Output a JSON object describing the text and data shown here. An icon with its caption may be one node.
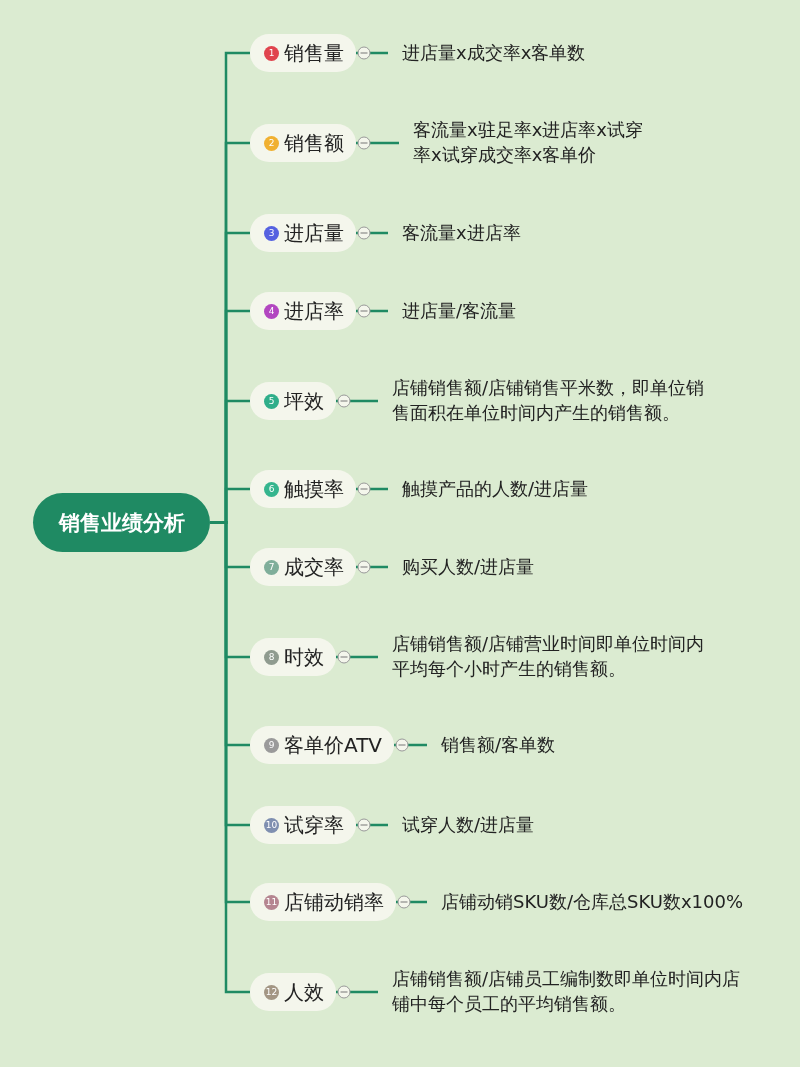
{
  "diagram": {
    "nodes": [
      {
        "text": [
          "销售业绩分析"
        ]
      },
      {
        "text": [
          "1",
          "销售量"
        ]
      },
      {
        "text": [
          "进店量x成交率x客单数"
        ]
      },
      {
        "text": [
          "2",
          "销售额"
        ]
      },
      {
        "text": [
          "客流量x驻足率x进店率x试穿率x试穿成交率x客单价"
        ]
      },
      {
        "text": [
          "3",
          "进店量"
        ]
      },
      {
        "text": [
          "客流量x进店率"
        ]
      },
      {
        "text": [
          "4",
          "进店率"
        ]
      },
      {
        "text": [
          "进店量/客流量"
        ]
      },
      {
        "text": [
          "5",
          "坪效"
        ]
      },
      {
        "text": [
          "店铺销售额/店铺销售平米数，即单位销售面积在单位时间内产生的销售额。"
        ]
      },
      {
        "text": [
          "6",
          "触摸率"
        ]
      },
      {
        "text": [
          "触摸产品的人数/进店量"
        ]
      },
      {
        "text": [
          "7",
          "成交率"
        ]
      },
      {
        "text": [
          "购买人数/进店量"
        ]
      },
      {
        "text": [
          "8",
          "时效"
        ]
      },
      {
        "text": [
          "店铺销售额/店铺营业时间即单位时间内平均每个小时产生的销售额。"
        ]
      },
      {
        "text": [
          "9",
          "客单价ATV"
        ]
      },
      {
        "text": [
          "销售额/客单数"
        ]
      },
      {
        "text": [
          "10",
          "试穿率"
        ]
      },
      {
        "text": [
          "试穿人数/进店量"
        ]
      },
      {
        "text": [
          "11",
          "店铺动销率"
        ]
      },
      {
        "text": [
          "店铺动销SKU数/仓库总SKU数x100%"
        ]
      },
      {
        "text": [
          "12",
          "人效"
        ]
      },
      {
        "text": [
          "店铺销售额/店铺员工编制数即单位时间内店铺中每个员工的平均销售额。"
        ]
      }
    ],
    "edges": [
      {
        "from": 0,
        "to": 1,
        "arrow": "none"
      },
      {
        "from": 1,
        "to": 2,
        "arrow": "none"
      },
      {
        "from": 0,
        "to": 3,
        "arrow": "none"
      },
      {
        "from": 3,
        "to": 4,
        "arrow": "none"
      },
      {
        "from": 0,
        "to": 5,
        "arrow": "none"
      },
      {
        "from": 5,
        "to": 6,
        "arrow": "none"
      },
      {
        "from": 0,
        "to": 7,
        "arrow": "none"
      },
      {
        "from": 7,
        "to": 8,
        "arrow": "none"
      },
      {
        "from": 0,
        "to": 9,
        "arrow": "none"
      },
      {
        "from": 9,
        "to": 10,
        "arrow": "none"
      },
      {
        "from": 0,
        "to": 11,
        "arrow": "none"
      },
      {
        "from": 11,
        "to": 12,
        "arrow": "none"
      },
      {
        "from": 0,
        "to": 13,
        "arrow": "none"
      },
      {
        "from": 13,
        "to": 14,
        "arrow": "none"
      },
      {
        "from": 0,
        "to": 15,
        "arrow": "none"
      },
      {
        "from": 15,
        "to": 16,
        "arrow": "none"
      },
      {
        "from": 0,
        "to": 17,
        "arrow": "none"
      },
      {
        "from": 17,
        "to": 18,
        "arrow": "none"
      },
      {
        "from": 0,
        "to": 19,
        "arrow": "none"
      },
      {
        "from": 19,
        "to": 20,
        "arrow": "none"
      },
      {
        "from": 0,
        "to": 21,
        "arrow": "none"
      },
      {
        "from": 21,
        "to": 22,
        "arrow": "none"
      },
      {
        "from": 0,
        "to": 23,
        "arrow": "none"
      },
      {
        "from": 23,
        "to": 24,
        "arrow": "none"
      }
    ]
  }
}
